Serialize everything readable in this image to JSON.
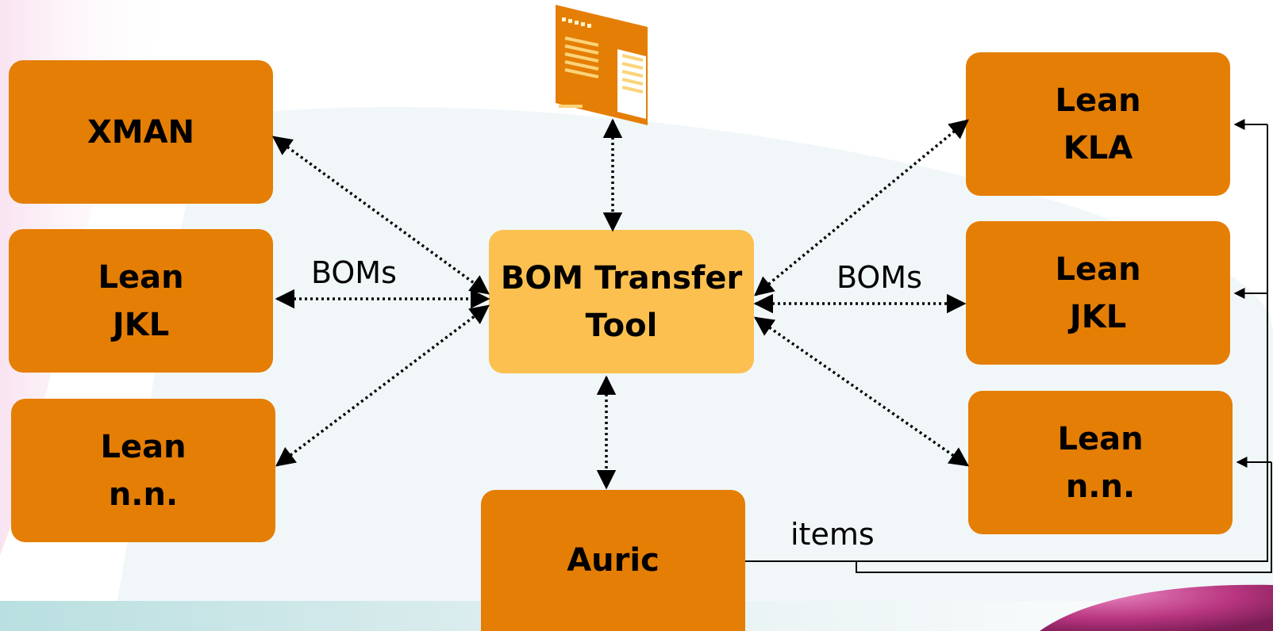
{
  "nodes": {
    "xman": {
      "line1": "XMAN"
    },
    "lean_jkl_left": {
      "line1": "Lean",
      "line2": "JKL"
    },
    "lean_nn_left": {
      "line1": "Lean",
      "line2": "n.n."
    },
    "bom_tool": {
      "line1": "BOM Transfer",
      "line2": "Tool"
    },
    "auric": {
      "line1": "Auric"
    },
    "lean_kla": {
      "line1": "Lean",
      "line2": "KLA"
    },
    "lean_jkl_right": {
      "line1": "Lean",
      "line2": "JKL"
    },
    "lean_nn_right": {
      "line1": "Lean",
      "line2": "n.n."
    }
  },
  "labels": {
    "boms_left": "BOMs",
    "boms_right": "BOMs",
    "items": "items"
  },
  "colors": {
    "node_fill": "#e57e05",
    "center_fill": "#fbc04f",
    "arrow": "#000000"
  },
  "icons": {
    "top": "document-window-icon"
  }
}
